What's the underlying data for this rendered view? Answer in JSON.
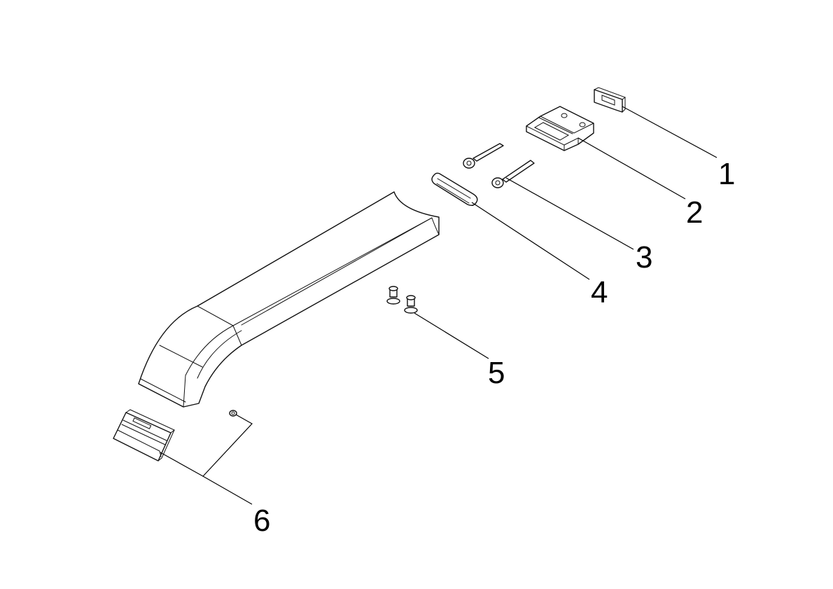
{
  "callouts": [
    {
      "id": "1",
      "label": "1",
      "part": "clip"
    },
    {
      "id": "2",
      "label": "2",
      "part": "bracket"
    },
    {
      "id": "3",
      "label": "3",
      "part": "socket-head-screws"
    },
    {
      "id": "4",
      "label": "4",
      "part": "gasket"
    },
    {
      "id": "5",
      "label": "5",
      "part": "flat-head-screws"
    },
    {
      "id": "6",
      "label": "6",
      "part": "end-cap-with-set-screw"
    }
  ],
  "colors": {
    "line": "#111111",
    "background": "#ffffff"
  }
}
